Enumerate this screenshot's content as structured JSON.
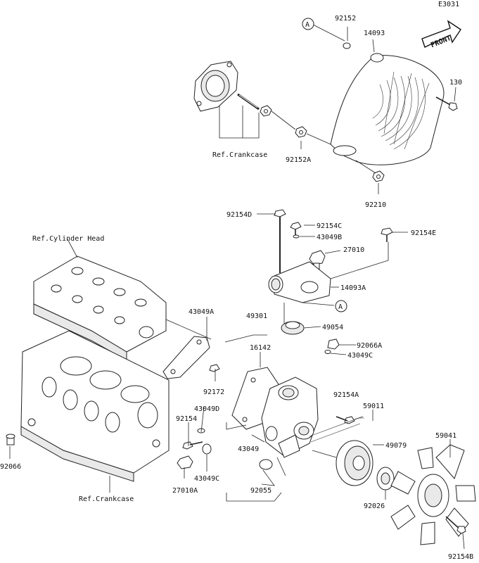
{
  "diagram_code": "E3031",
  "front_label": "FRONT",
  "callout_marker": "A",
  "refs": {
    "crankcase_top": "Ref.Crankcase",
    "cylinder_head": "Ref.Cylinder Head",
    "crankcase_bottom": "Ref.Crankcase"
  },
  "parts": {
    "p92152": "92152",
    "p14093": "14093",
    "p130": "130",
    "p92152A": "92152A",
    "p92210": "92210",
    "p92154D": "92154D",
    "p92154C": "92154C",
    "p43049B": "43049B",
    "p27010": "27010",
    "p92154E": "92154E",
    "p14093A": "14093A",
    "p43049A": "43049A",
    "p49301": "49301",
    "p16142": "16142",
    "p49054": "49054",
    "p92066A": "92066A",
    "p43049C_top": "43049C",
    "p92172": "92172",
    "p43049D": "43049D",
    "p92154": "92154",
    "p92154A": "92154A",
    "p59011": "59011",
    "p59041": "59041",
    "p49079": "49079",
    "p43049": "43049",
    "p92066": "92066",
    "p43049C_bottom": "43049C",
    "p27010A": "27010A",
    "p92055": "92055",
    "p92026": "92026",
    "p92154B": "92154B"
  }
}
